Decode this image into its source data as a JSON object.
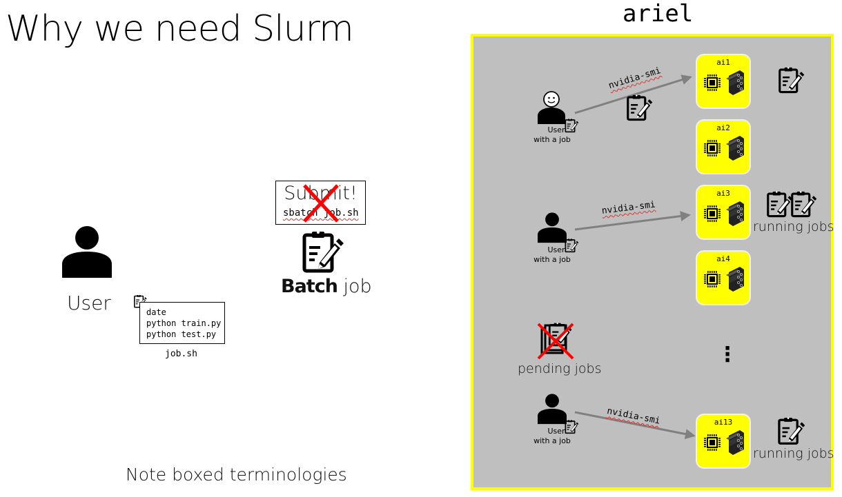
{
  "slide": {
    "title": "Why we need Slurm",
    "footer_note": "Note boxed terminologies"
  },
  "left": {
    "user_label": "User",
    "script": {
      "lines": [
        "date",
        "python train.py",
        "python test.py"
      ],
      "filename": "job.sh"
    },
    "submit_box": {
      "heading": "Submit!",
      "command": "sbatch job.sh",
      "crossed_out": true
    },
    "batch_job_label_bold": "Batch",
    "batch_job_label_rest": " job"
  },
  "cluster": {
    "name": "ariel",
    "border_color": "#ffff00",
    "background_color": "#bfbfbf",
    "node_color": "#ffff00",
    "nodes": [
      {
        "name": "ai1"
      },
      {
        "name": "ai2"
      },
      {
        "name": "ai3"
      },
      {
        "name": "ai4"
      },
      {
        "name": "ai13"
      }
    ],
    "ellipsis": "⋮",
    "users": [
      {
        "label_line1": "User",
        "label_line2": "with a job",
        "command": "nvidia-smi",
        "target": "ai1",
        "face": "smiley"
      },
      {
        "label_line1": "User",
        "label_line2": "with a job",
        "command": "nvidia-smi",
        "target": "ai3",
        "face": "plain"
      },
      {
        "label_line1": "User",
        "label_line2": "with a job",
        "command": "nvidia-smi",
        "target": "ai13",
        "face": "plain"
      }
    ],
    "running_jobs_label": "running jobs",
    "pending_jobs_label": "pending jobs",
    "accent_red": "#ff0000"
  }
}
